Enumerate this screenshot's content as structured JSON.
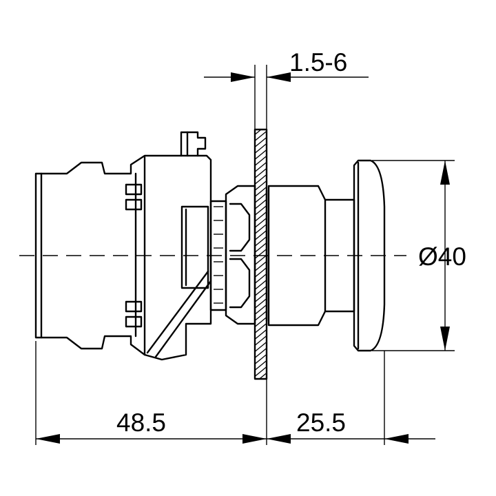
{
  "dimensions": {
    "panel_thickness": "1.5-6",
    "diameter": "Ø40",
    "rear_length": "48.5",
    "front_length": "25.5"
  },
  "colors": {
    "line": "#000000",
    "background": "#ffffff"
  }
}
